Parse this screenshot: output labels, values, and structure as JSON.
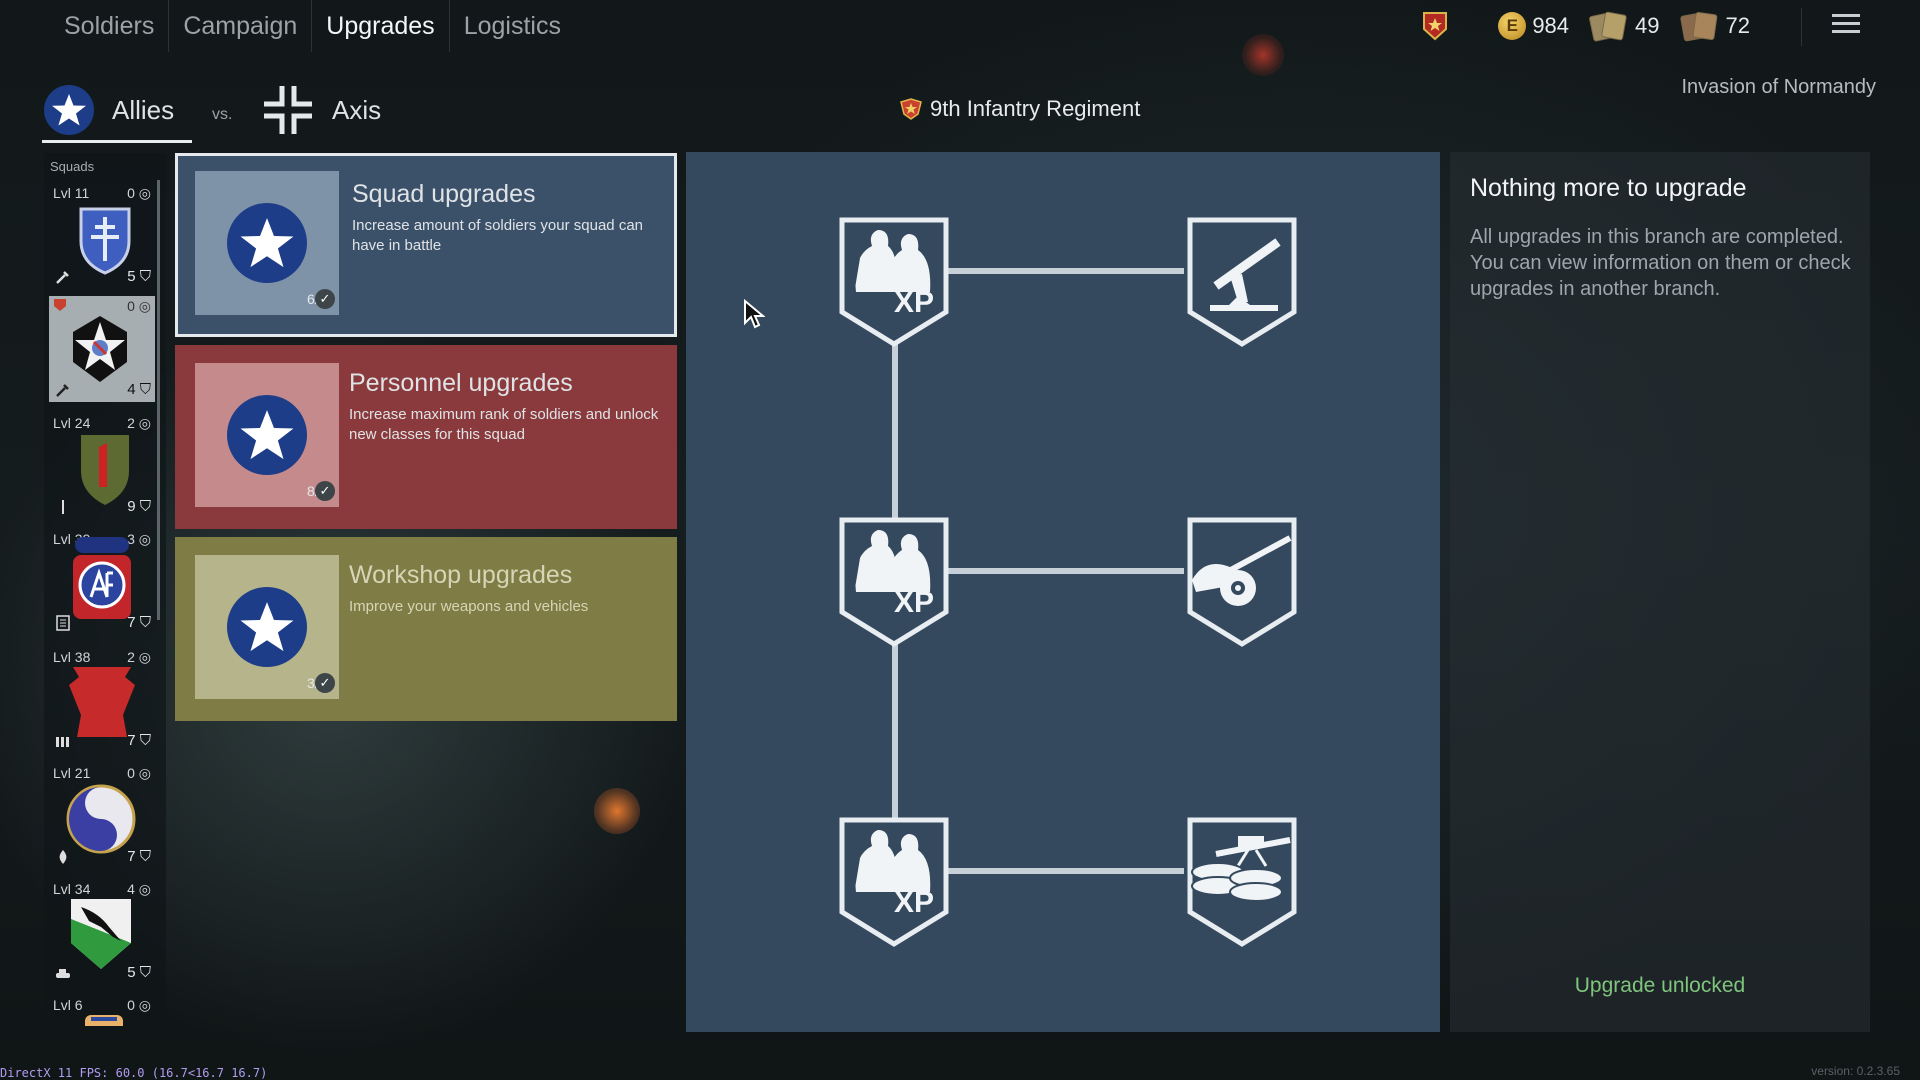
{
  "nav": {
    "tabs": [
      {
        "label": "Soldiers"
      },
      {
        "label": "Campaign"
      },
      {
        "label": "Upgrades"
      },
      {
        "label": "Logistics"
      }
    ],
    "active_tab": "Upgrades"
  },
  "resources": {
    "gold": "984",
    "cards_a": "49",
    "cards_b": "72"
  },
  "factions": {
    "allies": "Allies",
    "vs": "vs.",
    "axis": "Axis"
  },
  "regiment": "9th Infantry Regiment",
  "campaign": "Invasion of Normandy",
  "squads": {
    "title": "Squads",
    "items": [
      {
        "level": "Lvl 11",
        "premium": "0",
        "count": "5",
        "emblem": "cross-shield-icon",
        "class_icon": "wrench-icon"
      },
      {
        "level": "",
        "premium": "0",
        "count": "4",
        "emblem": "star-indian-head-icon",
        "class_icon": "wrench-icon"
      },
      {
        "level": "Lvl 24",
        "premium": "2",
        "count": "9",
        "emblem": "big-red-one-icon",
        "class_icon": "rifle-icon"
      },
      {
        "level": "Lvl 39",
        "premium": "3",
        "count": "7",
        "emblem": "airborne-aa-icon",
        "class_icon": "list-icon"
      },
      {
        "level": "Lvl 38",
        "premium": "2",
        "count": "7",
        "emblem": "keystone-icon",
        "class_icon": "ammo-icon"
      },
      {
        "level": "Lvl 21",
        "premium": "0",
        "count": "7",
        "emblem": "taijitu-icon",
        "class_icon": "flame-icon"
      },
      {
        "level": "Lvl 34",
        "premium": "4",
        "count": "5",
        "emblem": "panther-icon",
        "class_icon": "tank-icon"
      },
      {
        "level": "Lvl 6",
        "premium": "0",
        "count": "",
        "emblem": "uncle-sam-icon",
        "class_icon": ""
      }
    ]
  },
  "branches": [
    {
      "title": "Squad upgrades",
      "desc": "Increase amount of soldiers your squad can have in battle",
      "progress": "6/6"
    },
    {
      "title": "Personnel upgrades",
      "desc": "Increase maximum rank of soldiers and unlock new classes for this squad",
      "progress": "8/8"
    },
    {
      "title": "Workshop upgrades",
      "desc": "Improve your weapons and vehicles",
      "progress": "3/3"
    }
  ],
  "tree": {
    "xp_label": "XP",
    "nodes_left": [
      "soldiers-xp-icon",
      "soldiers-xp-icon",
      "soldiers-xp-icon"
    ],
    "nodes_right": [
      "mortar-icon",
      "field-gun-icon",
      "mg-sandbag-icon"
    ]
  },
  "info": {
    "title": "Nothing more to upgrade",
    "body": "All upgrades in this branch are completed. You can view information on them or check upgrades in another branch.",
    "status": "Upgrade unlocked"
  },
  "footer": {
    "fps": "DirectX 11 FPS: 60.0 (16.7<16.7 16.7)",
    "version": "version: 0.2.3.65"
  },
  "colors": {
    "squad_branch": "#3b5169",
    "personnel_branch": "#8a3a3c",
    "workshop_branch": "#7f7c45",
    "tree_bg": "#35495e",
    "unlocked": "#7fc57d"
  }
}
